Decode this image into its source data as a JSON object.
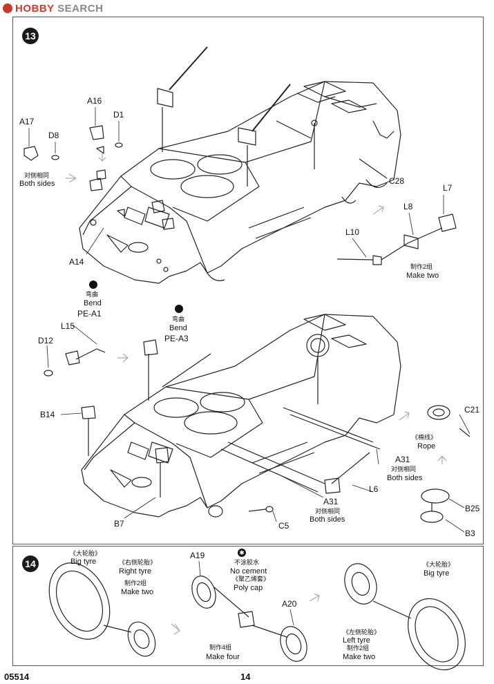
{
  "header": {
    "logo_text": "HOBBY SEARCH",
    "logo_main": "HOBBY",
    "logo_sub": " SEARCH"
  },
  "steps": {
    "s13": "13",
    "s14": "14"
  },
  "step13a": {
    "A17": "A17",
    "D8": "D8",
    "A16": "A16",
    "D1": "D1",
    "both_cn": "对侧相同",
    "both_en": "Both sides",
    "A14": "A14",
    "C28": "C28",
    "L7": "L7",
    "L8": "L8",
    "L10": "L10",
    "make2_cn": "制作2组",
    "make2_en": "Make two"
  },
  "step13b": {
    "bend1_cn": "弯曲",
    "bend1_en": "Bend",
    "PEA1": "PE-A1",
    "bend2_cn": "弯曲",
    "bend2_en": "Bend",
    "PEA3": "PE-A3",
    "L15": "L15",
    "D12": "D12",
    "B14": "B14",
    "B7": "B7",
    "C5": "C5",
    "A31a": "A31",
    "both1_cn": "对侧相同",
    "both1_en": "Both sides",
    "A31b": "A31",
    "both2_cn": "对侧相同",
    "both2_en": "Both sides",
    "L6": "L6",
    "C21": "C21",
    "rope_cn": "《棉线》",
    "rope_en": "Rope",
    "B25": "B25",
    "B3": "B3"
  },
  "step14": {
    "bigtyre1_cn": "《大轮胎》",
    "bigtyre1_en": "Big tyre",
    "righttyre_cn": "《右侧轮胎》",
    "righttyre_en": "Right tyre",
    "make2a_cn": "制作2组",
    "make2a_en": "Make two",
    "A19": "A19",
    "nocement_cn": "不涂胶水",
    "nocement_en": "No cement",
    "polycap_cn": "《聚乙烯套》",
    "polycap_en": "Poly cap",
    "A20": "A20",
    "make4_cn": "制作4组",
    "make4_en": "Make four",
    "bigtyre2_cn": "《大轮胎》",
    "bigtyre2_en": "Big tyre",
    "lefttyre_cn": "《左侧轮胎》",
    "lefttyre_en": "Left  tyre",
    "make2b_cn": "制作2组",
    "make2b_en": "Make two"
  },
  "footer": {
    "code": "05514",
    "page": "14"
  },
  "colors": {
    "logo": "#cf3c2c",
    "ink": "#111111"
  }
}
